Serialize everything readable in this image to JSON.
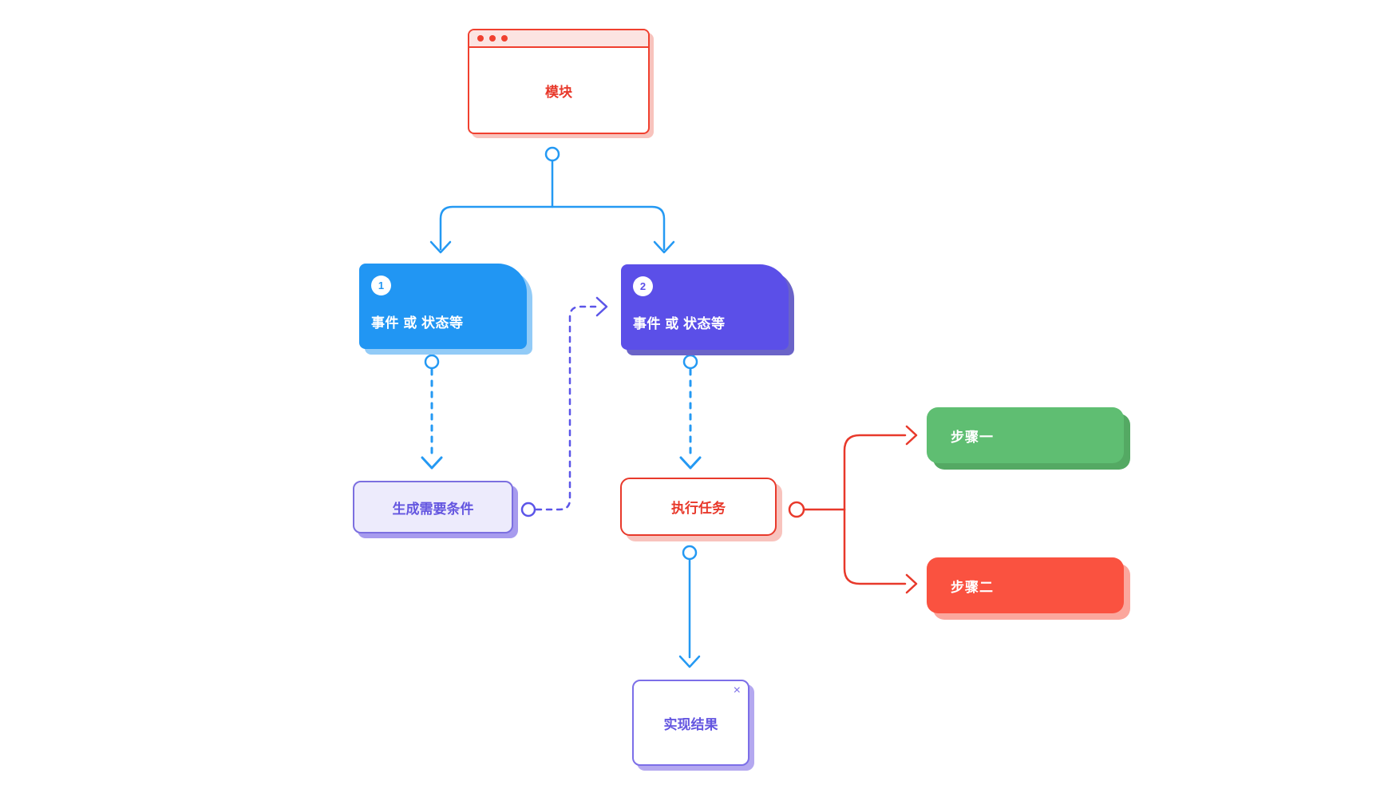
{
  "palette": {
    "blue": "#2196F3",
    "blue_line": "#2499F3",
    "indigo": "#5B4FE8",
    "purple_line": "#5B55E8",
    "purple_text": "#6456E0",
    "red": "#E8392B",
    "green": "#5FBE72",
    "tomato": "#FA5240"
  },
  "nodes": {
    "module": {
      "label": "模块"
    },
    "event1": {
      "badge": "1",
      "label": "事件 或 状态等"
    },
    "event2": {
      "badge": "2",
      "label": "事件 或 状态等"
    },
    "condition": {
      "label": "生成需要条件"
    },
    "task": {
      "label": "执行任务"
    },
    "step1": {
      "label": "步骤一"
    },
    "step2": {
      "label": "步骤二"
    },
    "result": {
      "label": "实现结果",
      "close_icon": "×"
    }
  }
}
